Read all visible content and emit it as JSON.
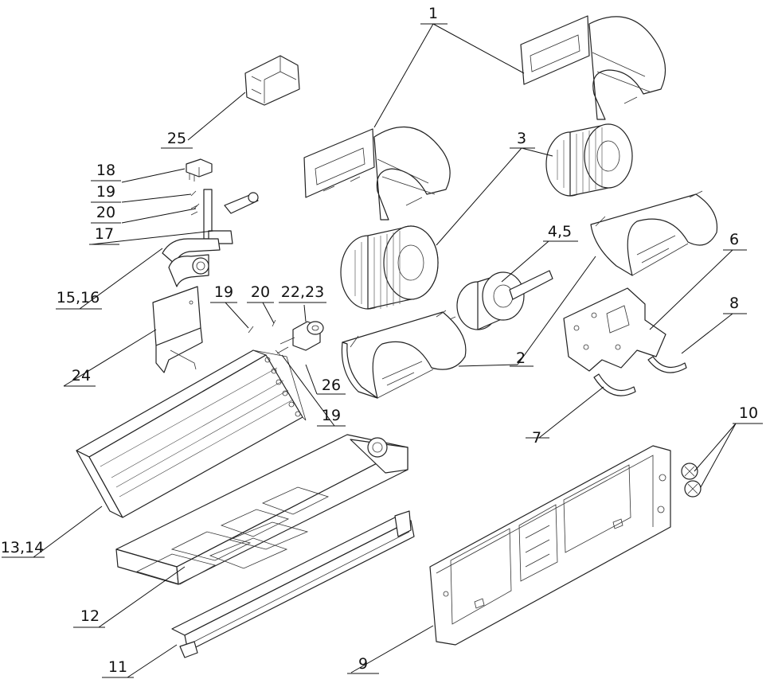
{
  "callouts": [
    {
      "id": "c1",
      "text": "1"
    },
    {
      "id": "c2",
      "text": "2"
    },
    {
      "id": "c3",
      "text": "3"
    },
    {
      "id": "c45",
      "text": "4,5"
    },
    {
      "id": "c6",
      "text": "6"
    },
    {
      "id": "c7",
      "text": "7"
    },
    {
      "id": "c8",
      "text": "8"
    },
    {
      "id": "c9",
      "text": "9"
    },
    {
      "id": "c10",
      "text": "10"
    },
    {
      "id": "c11",
      "text": "11"
    },
    {
      "id": "c12",
      "text": "12"
    },
    {
      "id": "c1314",
      "text": "13,14"
    },
    {
      "id": "c1516",
      "text": "15,16"
    },
    {
      "id": "c17",
      "text": "17"
    },
    {
      "id": "c18",
      "text": "18"
    },
    {
      "id": "c19a",
      "text": "19"
    },
    {
      "id": "c19b",
      "text": "19"
    },
    {
      "id": "c19c",
      "text": "19"
    },
    {
      "id": "c20a",
      "text": "20"
    },
    {
      "id": "c20b",
      "text": "20"
    },
    {
      "id": "c2223",
      "text": "22,23"
    },
    {
      "id": "c24",
      "text": "24"
    },
    {
      "id": "c25",
      "text": "25"
    },
    {
      "id": "c26",
      "text": "26"
    }
  ]
}
